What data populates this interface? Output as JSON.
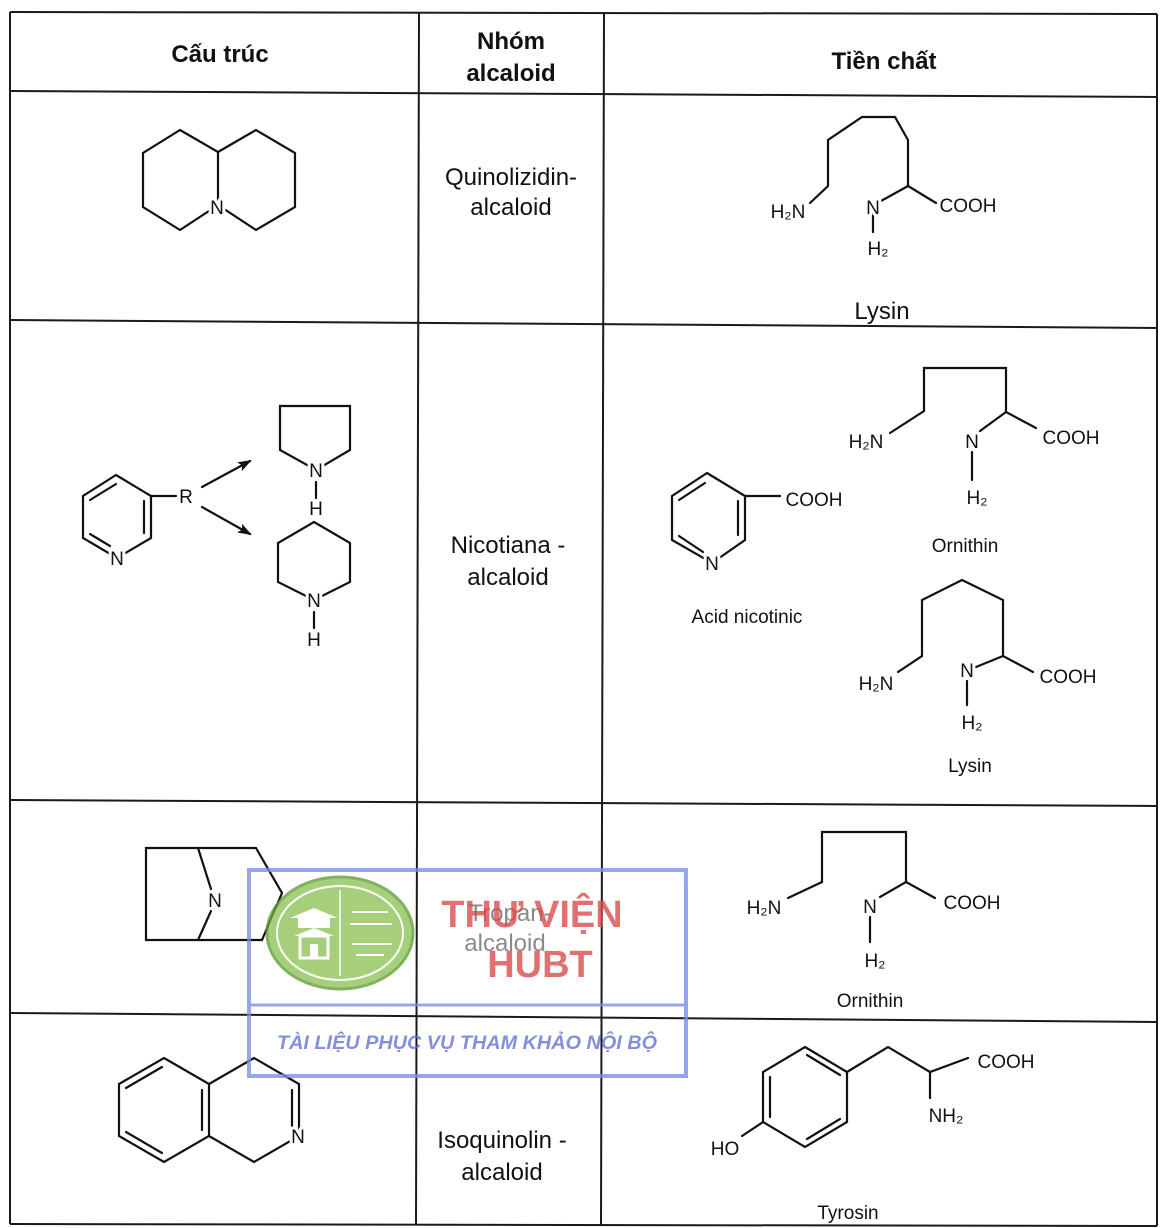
{
  "document": {
    "headers": {
      "structure": "Cấu trúc",
      "group_line1": "Nhóm",
      "group_line2": "alcaloid",
      "precursor": "Tiền chất"
    },
    "rows": [
      {
        "group_line1": "Quinolizidin-",
        "group_line2": "alcaloid",
        "structure": {
          "n": "N"
        },
        "precursors": [
          {
            "name": "Lysin",
            "amine": "H₂N",
            "n": "N",
            "h2": "H₂",
            "acid": "COOH"
          }
        ]
      },
      {
        "group_line1": "Nicotiana -",
        "group_line2": "alcaloid",
        "structure": {
          "pyridine_n": "N",
          "r": "R",
          "pyrrolidine_n": "N",
          "pyrrolidine_h": "H",
          "piperidine_n": "N",
          "piperidine_h": "H"
        },
        "precursors": [
          {
            "name": "Acid nicotinic",
            "n": "N",
            "acid": "COOH"
          },
          {
            "name": "Ornithin",
            "amine": "H₂N",
            "n": "N",
            "h2": "H₂",
            "acid": "COOH"
          },
          {
            "name": "Lysin",
            "amine": "H₂N",
            "n": "N",
            "h2": "H₂",
            "acid": "COOH"
          }
        ]
      },
      {
        "group_line1": "Tropan-",
        "group_line2": "alcaloid",
        "structure": {
          "n": "N"
        },
        "precursors": [
          {
            "name": "Ornithin",
            "amine": "H₂N",
            "n": "N",
            "h2": "H₂",
            "acid": "COOH"
          }
        ]
      },
      {
        "group_line1": "Isoquinolin -",
        "group_line2": "alcaloid",
        "structure": {
          "n": "N"
        },
        "precursors": [
          {
            "name": "Tyrosin",
            "hydroxyl": "HO",
            "acid": "COOH",
            "amine": "NH₂"
          }
        ]
      }
    ]
  },
  "watermark": {
    "title": "THƯ VIỆN",
    "subtitle": "HUBT",
    "notice": "TÀI LIỆU PHỤC VỤ THAM KHẢO NỘI BỘ",
    "logo_icon": "library-seal-icon"
  },
  "colors": {
    "text": "#111111",
    "watermark_border": "#7b8ee6",
    "watermark_title": "#d84a4a",
    "watermark_notice": "#5e70d4",
    "logo_green": "#8dc255"
  }
}
